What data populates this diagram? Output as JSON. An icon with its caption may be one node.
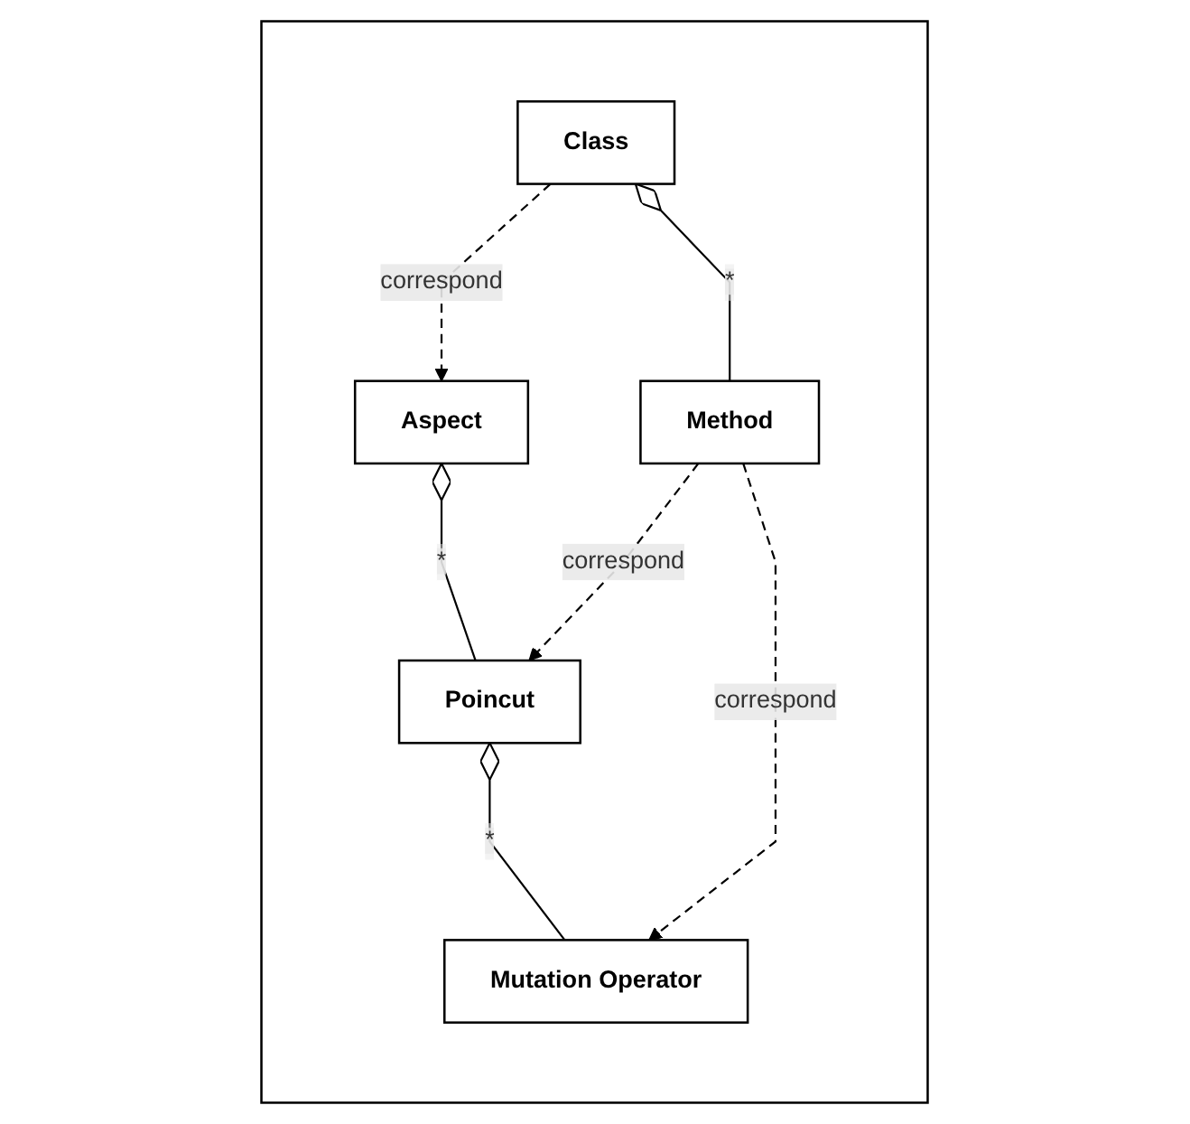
{
  "diagram": {
    "nodes": [
      {
        "text": [],
        "shape": "box"
      },
      {
        "text": [
          "Class"
        ],
        "in": 0
      },
      {
        "text": [
          "Aspect"
        ],
        "in": 0
      },
      {
        "text": [
          "Method"
        ],
        "in": 0
      },
      {
        "text": [
          "Poincut"
        ],
        "in": 0
      },
      {
        "text": [
          "Mutation Operator"
        ],
        "in": 0
      }
    ],
    "edges": [
      {
        "from": 1,
        "to": 2,
        "arrow": "to",
        "label": "correspond",
        "style": "dashed"
      },
      {
        "from": 1,
        "to": 3,
        "arrow": "other",
        "label": "*"
      },
      {
        "from": 2,
        "to": 4,
        "arrow": "other",
        "label": "*"
      },
      {
        "from": 3,
        "to": 4,
        "arrow": "to",
        "label": "correspond",
        "style": "dashed"
      },
      {
        "from": 4,
        "to": 5,
        "arrow": "other",
        "label": "*"
      },
      {
        "from": 3,
        "to": 5,
        "arrow": "to",
        "label": "correspond",
        "style": "dashed"
      }
    ]
  }
}
